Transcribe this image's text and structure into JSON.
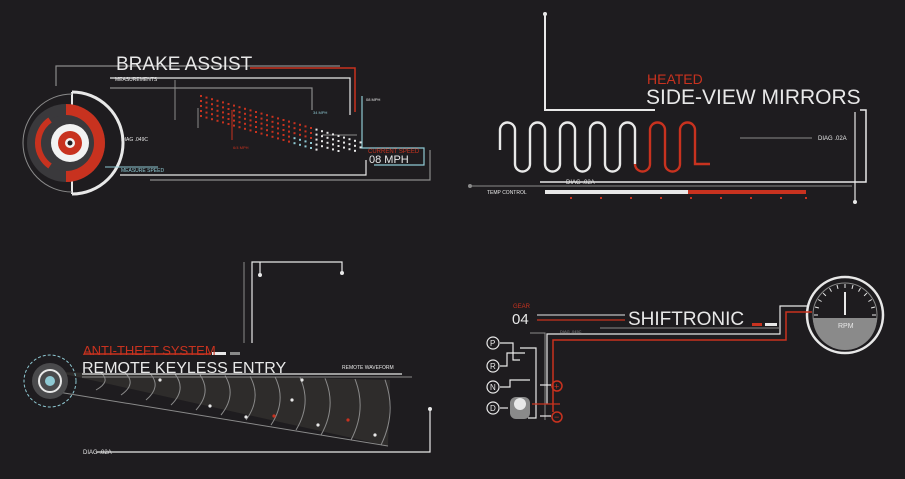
{
  "colors": {
    "bg": "#1e1c1f",
    "white": "#e8e8e8",
    "red": "#c8321f",
    "cyan": "#8fc9d3",
    "grey": "#8a8a8a",
    "dark": "#2b2a2d"
  },
  "brake": {
    "title": "BRAKE ASSIST",
    "measurements": "MEASUREMENTS",
    "diag": "DIAG .049C",
    "measure_speed": "MEASURE SPEED",
    "current_speed_label": "CURRENT SPEED",
    "current_speed_value": "08 MPH",
    "mph_a": "08 MPH",
    "mph_b": "34 MPH",
    "mph_c": "6/4 MPH"
  },
  "mirrors": {
    "heated": "HEATED",
    "title": "SIDE-VIEW MIRRORS",
    "diag1": "DIAG .02A",
    "diag2": "DIAG .02A",
    "temp_control": "TEMP CONTROL"
  },
  "keyless": {
    "anti_theft": "ANTI-THEFT SYSTEM",
    "title": "REMOTE KEYLESS ENTRY",
    "waveform": "REMOTE WAVEFORM",
    "diag": "DIAG .02A"
  },
  "shift": {
    "gear_label": "GEAR",
    "gear_value": "04",
    "title": "SHIFTRONIC",
    "diag": "DIAG .045C",
    "rpm": "RPM",
    "gears": [
      "P",
      "R",
      "N",
      "D"
    ],
    "plus": "+",
    "minus": "−"
  }
}
